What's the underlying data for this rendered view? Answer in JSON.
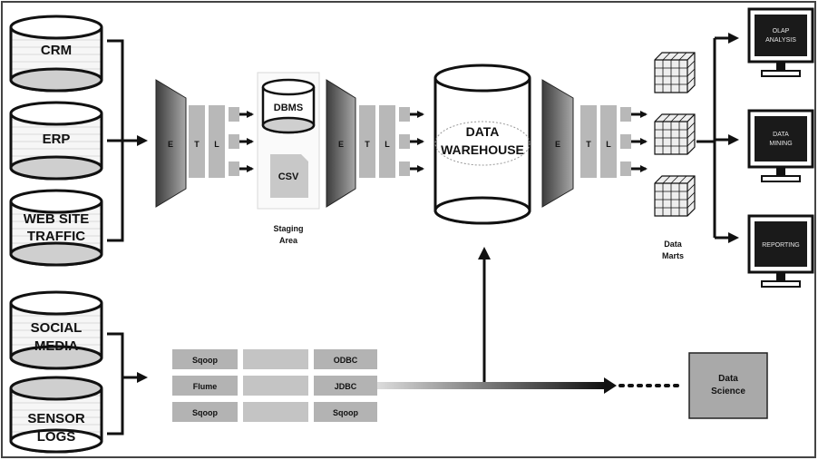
{
  "sources": {
    "crm": "CRM",
    "erp": "ERP",
    "web_line1": "WEB SITE",
    "web_line2": "TRAFFIC",
    "social_line1": "SOCIAL",
    "social_line2": "MEDIA",
    "sensor_line1": "SENSOR",
    "sensor_line2": "LOGS"
  },
  "etl": {
    "e": "E",
    "t": "T",
    "l": "L"
  },
  "staging": {
    "dbms": "DBMS",
    "csv": "CSV",
    "label_line1": "Staging",
    "label_line2": "Area"
  },
  "warehouse": {
    "line1": "DATA",
    "line2": "WAREHOUSE"
  },
  "marts": {
    "label_line1": "Data",
    "label_line2": "Marts"
  },
  "outputs": {
    "olap_line1": "OLAP",
    "olap_line2": "ANALYSIS",
    "mining_line1": "DATA",
    "mining_line2": "MINING",
    "reporting": "REPORTING"
  },
  "tools": {
    "left": [
      "Sqoop",
      "Flume",
      "Sqoop"
    ],
    "right": [
      "ODBC",
      "JDBC",
      "Sqoop"
    ]
  },
  "data_science": {
    "line1": "Data",
    "line2": "Science"
  },
  "colors": {
    "stroke": "#111111",
    "cylinder_top": "#d0d0d0",
    "funnel": "#6e6e6e",
    "etl_box": "#b8b8b8",
    "tool_box": "#b3b3b3",
    "science_box": "#a9a9a9",
    "screen": "#1a1a1a"
  }
}
